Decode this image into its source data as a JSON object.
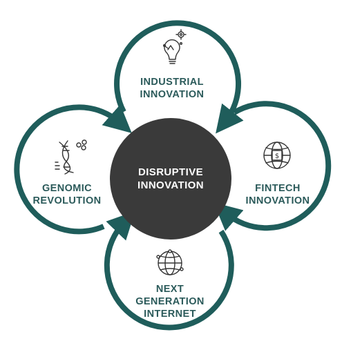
{
  "colors": {
    "ring": "#1f5d5b",
    "center_fill": "#3a3a3a",
    "label_text": "#2b5a5a",
    "center_text": "#ffffff",
    "icon_stroke": "#333333"
  },
  "center": {
    "line1": "DISRUPTIVE",
    "line2": "INNOVATION"
  },
  "nodes": {
    "top": {
      "line1": "INDUSTRIAL",
      "line2": "INNOVATION",
      "icon": "lightbulb-gear-icon"
    },
    "right": {
      "line1": "FINTECH",
      "line2": "INNOVATION",
      "icon": "globe-dollar-icon"
    },
    "bottom": {
      "line1": "NEXT",
      "line2": "GENERATION",
      "line3": "INTERNET",
      "icon": "network-globe-icon"
    },
    "left": {
      "line1": "GENOMIC",
      "line2": "REVOLUTION",
      "icon": "dna-icon"
    }
  }
}
